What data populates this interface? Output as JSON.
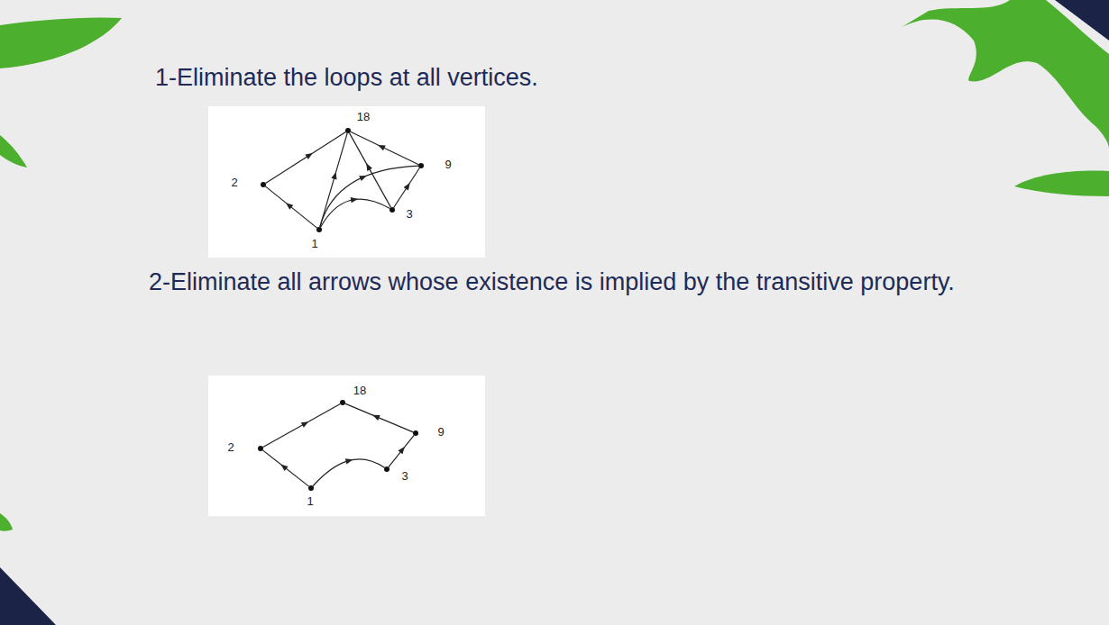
{
  "diagram": {
    "nodes": [
      {
        "text": [
          "18"
        ]
      },
      {
        "text": [
          "9"
        ]
      },
      {
        "text": [
          "2"
        ]
      },
      {
        "text": [
          "3"
        ]
      },
      {
        "text": [
          "1"
        ]
      },
      {
        "text": [
          "18"
        ]
      },
      {
        "text": [
          "9"
        ]
      },
      {
        "text": [
          "2"
        ]
      },
      {
        "text": [
          "3"
        ]
      },
      {
        "text": [
          "1"
        ]
      }
    ],
    "edges": [
      {
        "from": 4,
        "to": 2,
        "arrow": "to"
      },
      {
        "from": 2,
        "to": 0,
        "arrow": "to"
      },
      {
        "from": 4,
        "to": 0,
        "arrow": "to"
      },
      {
        "from": 4,
        "to": 1,
        "arrow": "to"
      },
      {
        "from": 4,
        "to": 3,
        "arrow": "to"
      },
      {
        "from": 3,
        "to": 1,
        "arrow": "to"
      },
      {
        "from": 1,
        "to": 0,
        "arrow": "to"
      },
      {
        "from": 3,
        "to": 0,
        "arrow": "to"
      },
      {
        "from": 9,
        "to": 7,
        "arrow": "to"
      },
      {
        "from": 7,
        "to": 5,
        "arrow": "to"
      },
      {
        "from": 9,
        "to": 8,
        "arrow": "to"
      },
      {
        "from": 8,
        "to": 6,
        "arrow": "to"
      },
      {
        "from": 6,
        "to": 5,
        "arrow": "to"
      }
    ],
    "labels": [
      "1-Eliminate the loops at all vertices.",
      "2-Eliminate all arrows whose existence is implied by the transitive property."
    ]
  }
}
